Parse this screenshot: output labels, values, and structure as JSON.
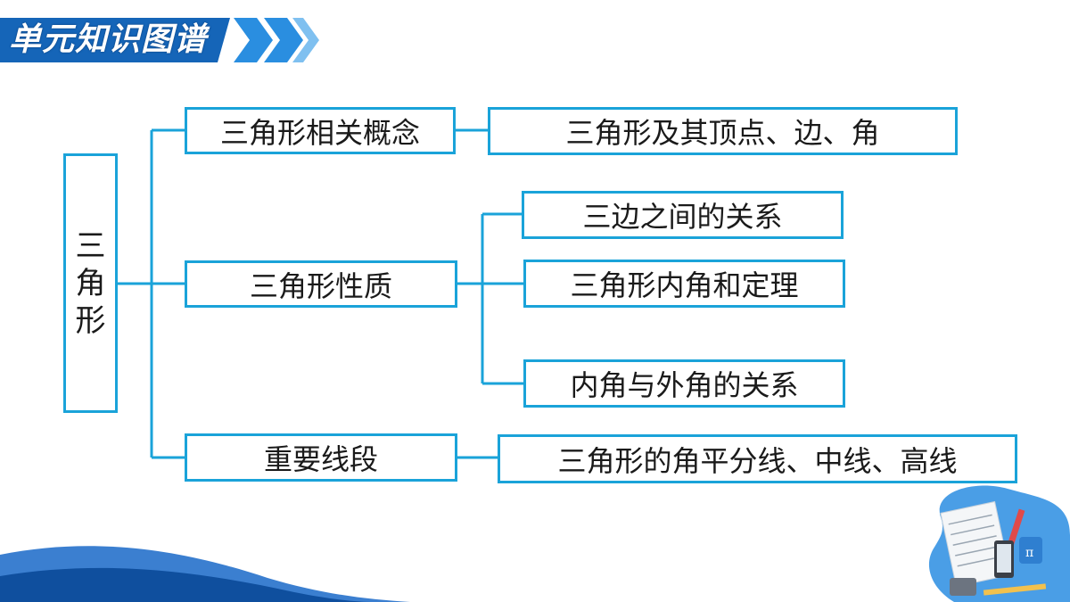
{
  "header": {
    "title": "单元知识图谱"
  },
  "diagram": {
    "root": [
      "三",
      "角",
      "形"
    ],
    "branches": [
      {
        "label": "三角形相关概念",
        "children": [
          "三角形及其顶点、边、角"
        ]
      },
      {
        "label": "三角形性质",
        "children": [
          "三边之间的关系",
          "三角形内角和定理",
          "内角与外角的关系"
        ]
      },
      {
        "label": "重要线段",
        "children": [
          "三角形的角平分线、中线、高线"
        ]
      }
    ]
  },
  "decoration": {
    "illustration_icon": "math-study-illustration-icon",
    "pi_symbol": "π"
  },
  "colors": {
    "banner_dark": "#1565b8",
    "banner_light": "#2a8ee0",
    "border": "#1aa3d9",
    "wave_dark": "#0f4f9e",
    "wave_light": "#3b7fd0",
    "blob": "#4a9ee6"
  }
}
